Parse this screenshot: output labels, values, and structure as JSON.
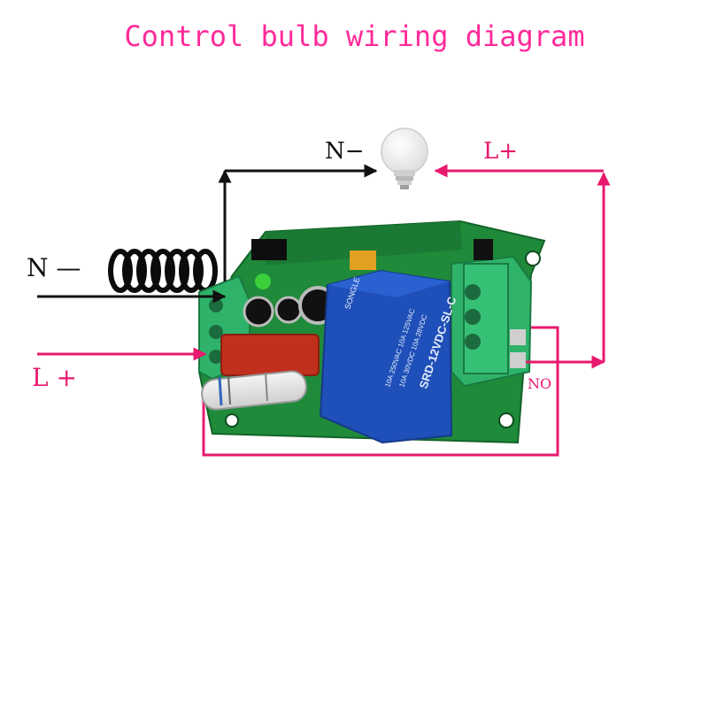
{
  "title": "Control bulb wiring diagram",
  "labels": {
    "n_input": "N —",
    "l_input": "L +",
    "n_bulb": "N−",
    "l_bulb": "L+",
    "no_terminal": "NO"
  },
  "relay": {
    "brand": "SONGLE",
    "model": "SRD-12VDC-SL-C",
    "rating_1": "10A 250VAC 10A 125VAC",
    "rating_2": "10A 30VDC 10A 28VDC"
  },
  "colors": {
    "title": "#ff2a9a",
    "live_wire": "#e8196e",
    "neutral_wire": "#111111",
    "board": "#1f8a3a",
    "terminal": "#2fb36a",
    "relay": "#1f4fb8"
  }
}
